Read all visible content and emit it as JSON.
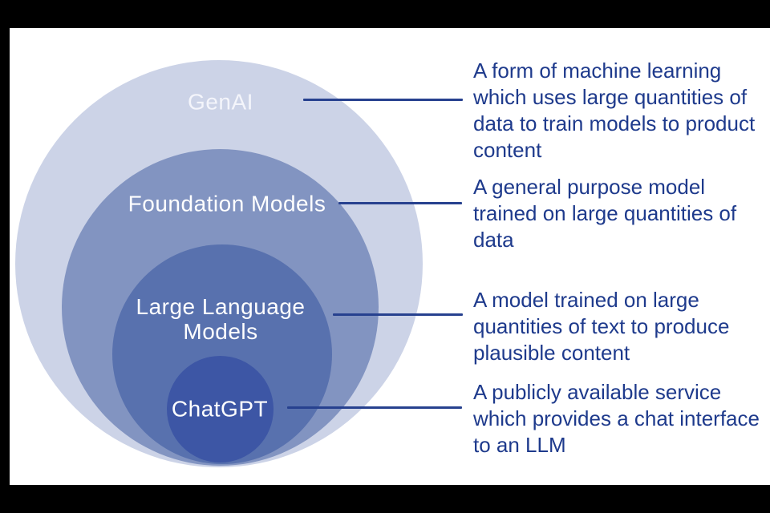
{
  "slide": {
    "background_color": "#ffffff",
    "page_background_color": "#000000",
    "annotation_text_color": "#1e3a8c",
    "connector_line_color": "#27418f",
    "label_text_color": "#ffffff"
  },
  "diagram": {
    "type": "nested-circles",
    "rings": [
      {
        "label": "GenAI",
        "color": "#ccd3e7",
        "description": "A form of machine learning\nwhich uses large quantities of\ndata to train models to product\ncontent"
      },
      {
        "label": "Foundation Models",
        "color": "#8294c1",
        "description": "A general purpose model\ntrained on large quantities of\ndata"
      },
      {
        "label": "Large Language\nModels",
        "color": "#5871ae",
        "description": "A model trained on large\nquantities of text to produce\nplausible content"
      },
      {
        "label": "ChatGPT",
        "color": "#3d56a5",
        "description": "A publicly available service\nwhich provides a chat interface\nto an LLM"
      }
    ]
  }
}
